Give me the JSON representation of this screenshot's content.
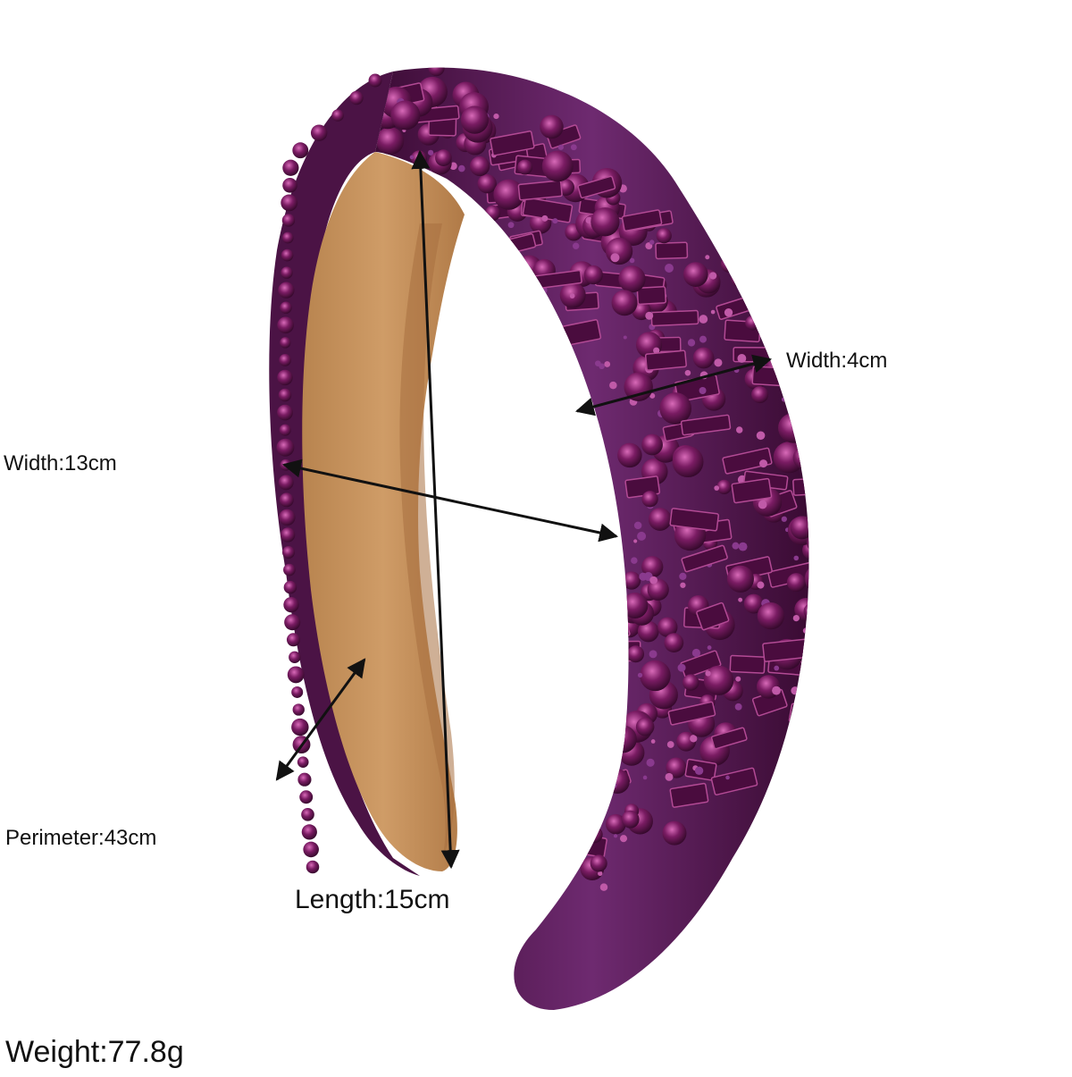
{
  "product": {
    "colors": {
      "crystal": "#6b1a55",
      "crystal_dark": "#3a0a32",
      "crystal_light": "#a83d8c",
      "glitter": "#7a3a86",
      "lining": "#c8955f",
      "arrow": "#111111"
    }
  },
  "annotations": {
    "width_band": "Width:4cm",
    "width_overall": "Width:13cm",
    "perimeter": "Perimeter:43cm",
    "length": "Length:15cm",
    "weight": "Weight:77.8g"
  }
}
